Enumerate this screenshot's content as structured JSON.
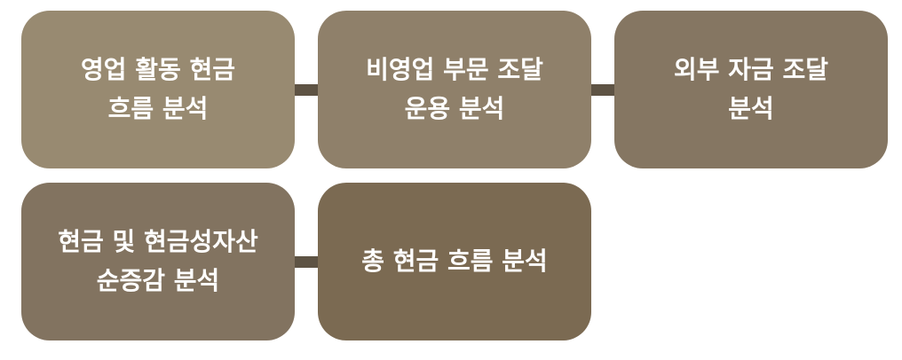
{
  "nodes": [
    {
      "id": "operating",
      "label": "영업 활동 현금\n흐름 분석",
      "color": "#988a71"
    },
    {
      "id": "non-operating",
      "label": "비영업 부문 조달\n운용 분석",
      "color": "#8f806a"
    },
    {
      "id": "external",
      "label": "외부 자금 조달\n분석",
      "color": "#857662"
    },
    {
      "id": "net-change",
      "label": "현금 및 현금성자산\n순증감 분석",
      "color": "#827360"
    },
    {
      "id": "total",
      "label": "총 현금 흐름 분석",
      "color": "#7b6a52"
    }
  ],
  "colors": {
    "connector": "#5e5344",
    "background": "#ffffff"
  }
}
